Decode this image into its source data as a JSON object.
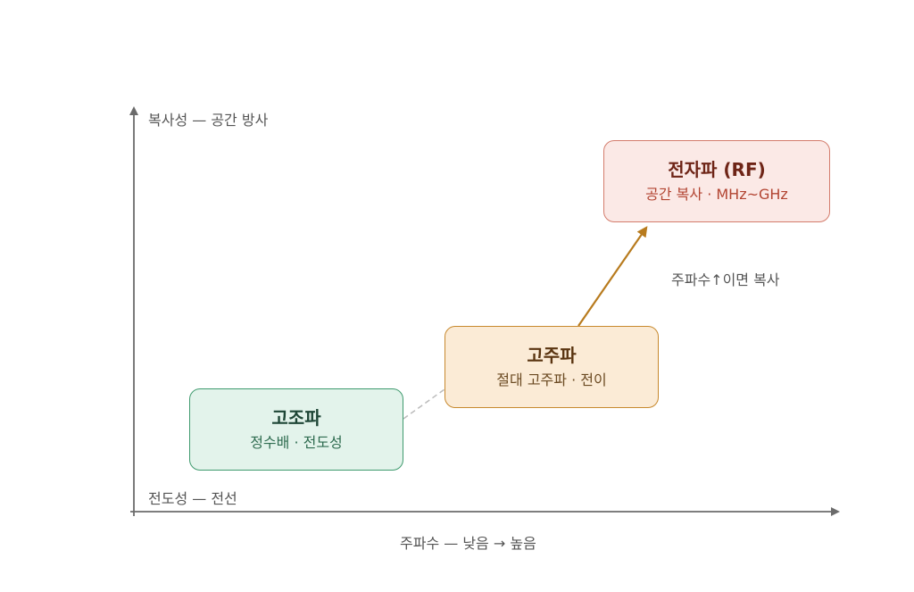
{
  "axes": {
    "y_label": "복사성 — 공간 방사",
    "y_origin_label": "전도성 — 전선",
    "x_label": "주파수 — 낮음 → 높음"
  },
  "boxes": {
    "low": {
      "title": "고조파",
      "subtitle": "정수배 · 전도성"
    },
    "mid": {
      "title": "고주파",
      "subtitle": "절대 고주파 · 전이"
    },
    "rf": {
      "title": "전자파 (RF)",
      "subtitle": "공간 복사 · MHz~GHz"
    }
  },
  "annotation": "주파수↑이면 복사",
  "colors": {
    "axis": "#6b6b6b",
    "low_border": "#3f9a6e",
    "mid_border": "#c7892e",
    "rf_border": "#d47c6c",
    "arrow": "#b87b1e",
    "dashed_link": "#bbbbbb"
  }
}
